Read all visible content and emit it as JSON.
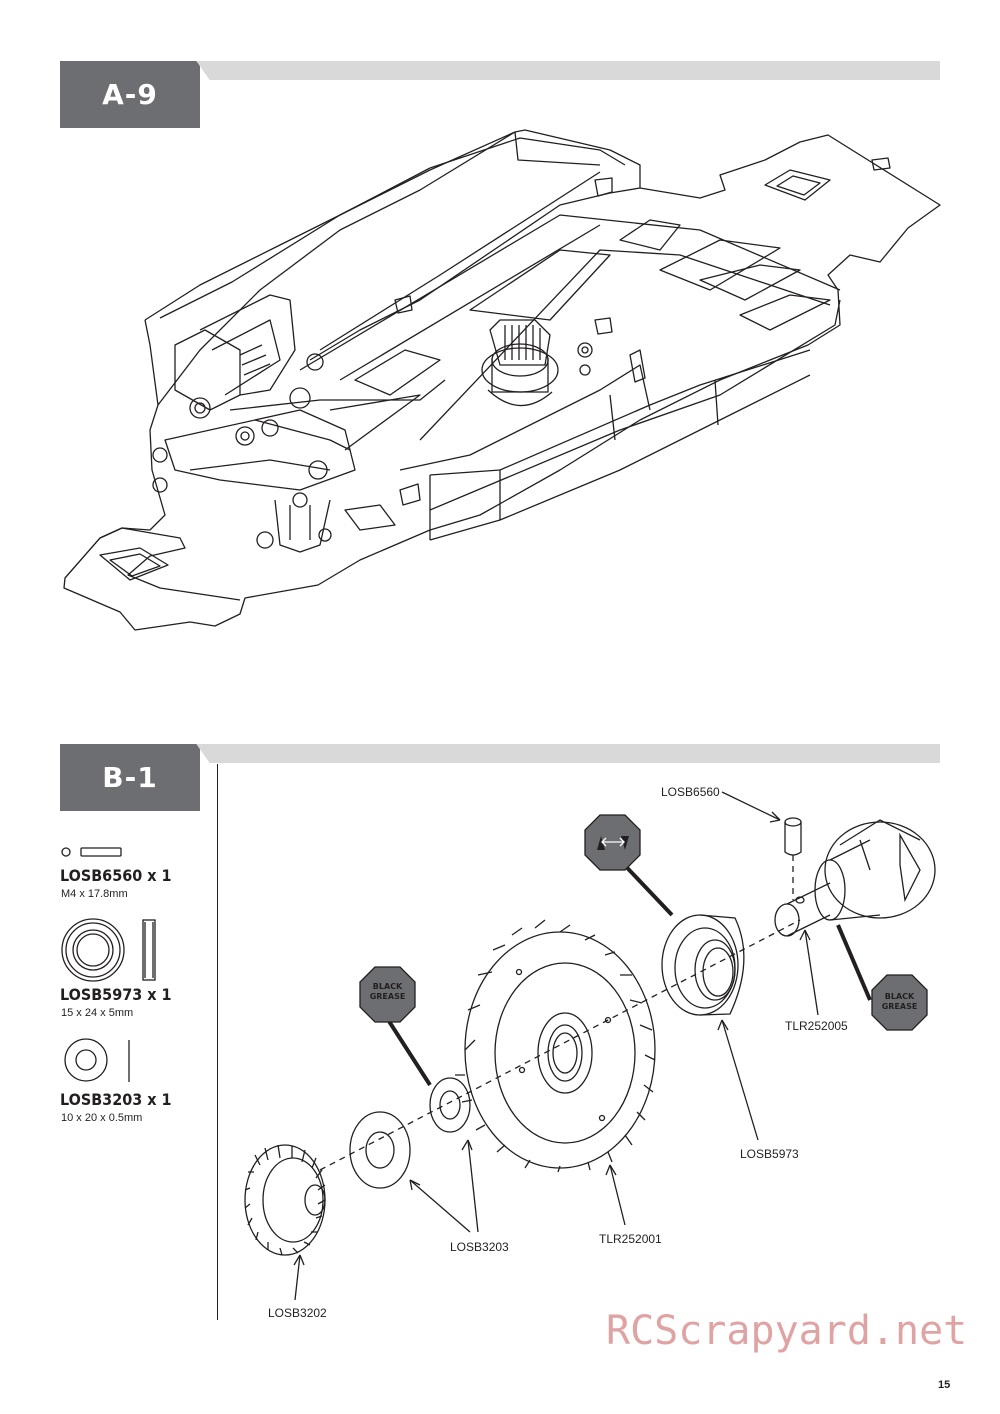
{
  "steps": {
    "a9": {
      "label": "A-9"
    },
    "b1": {
      "label": "B-1"
    }
  },
  "parts_list": [
    {
      "part_no": "LOSB6560 x 1",
      "size": "M4 x 17.8mm"
    },
    {
      "part_no": "LOSB5973 x 1",
      "size": "15 x 24 x 5mm"
    },
    {
      "part_no": "LOSB3203 x 1",
      "size": "10 x 20 x 0.5mm"
    }
  ],
  "callouts": {
    "losb6560": "LOSB6560",
    "tlr252005": "TLR252005",
    "losb5973": "LOSB5973",
    "tlr252001": "TLR252001",
    "losb3203": "LOSB3203",
    "losb3202": "LOSB3202"
  },
  "badges": {
    "grease_left": {
      "line1": "BLACK",
      "line2": "GREASE"
    },
    "grease_right": {
      "line1": "BLACK",
      "line2": "GREASE"
    }
  },
  "icons": [
    "bearing-orientation-icon",
    "black-grease-icon"
  ],
  "watermark": "RCScrapyard.net",
  "page_number": "15",
  "colors": {
    "step_badge": "#6d6e71",
    "step_bar": "#d9d9d9",
    "watermark": "#e0a3a3"
  }
}
